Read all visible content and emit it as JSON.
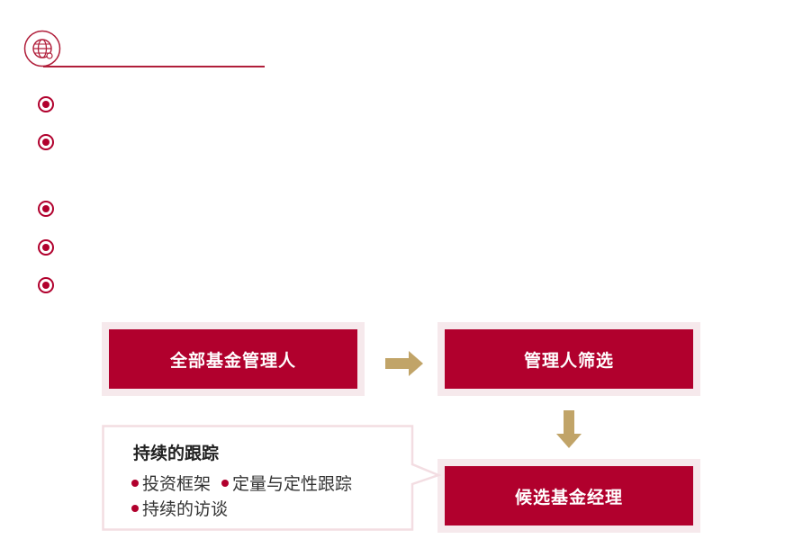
{
  "colors": {
    "accent": "#b1002d",
    "box_halo": "#f6e9ec",
    "arrow": "#c1a468",
    "note_border": "#f3dde2"
  },
  "icons": {
    "header": "globe-icon",
    "bullet": "radio-bullet-icon"
  },
  "flow": {
    "all_managers": "全部基金管理人",
    "screening": "管理人筛选",
    "candidates": "候选基金经理"
  },
  "note": {
    "title": "持续的跟踪",
    "items": [
      "投资框架",
      "定量与定性跟踪",
      "持续的访谈"
    ]
  }
}
